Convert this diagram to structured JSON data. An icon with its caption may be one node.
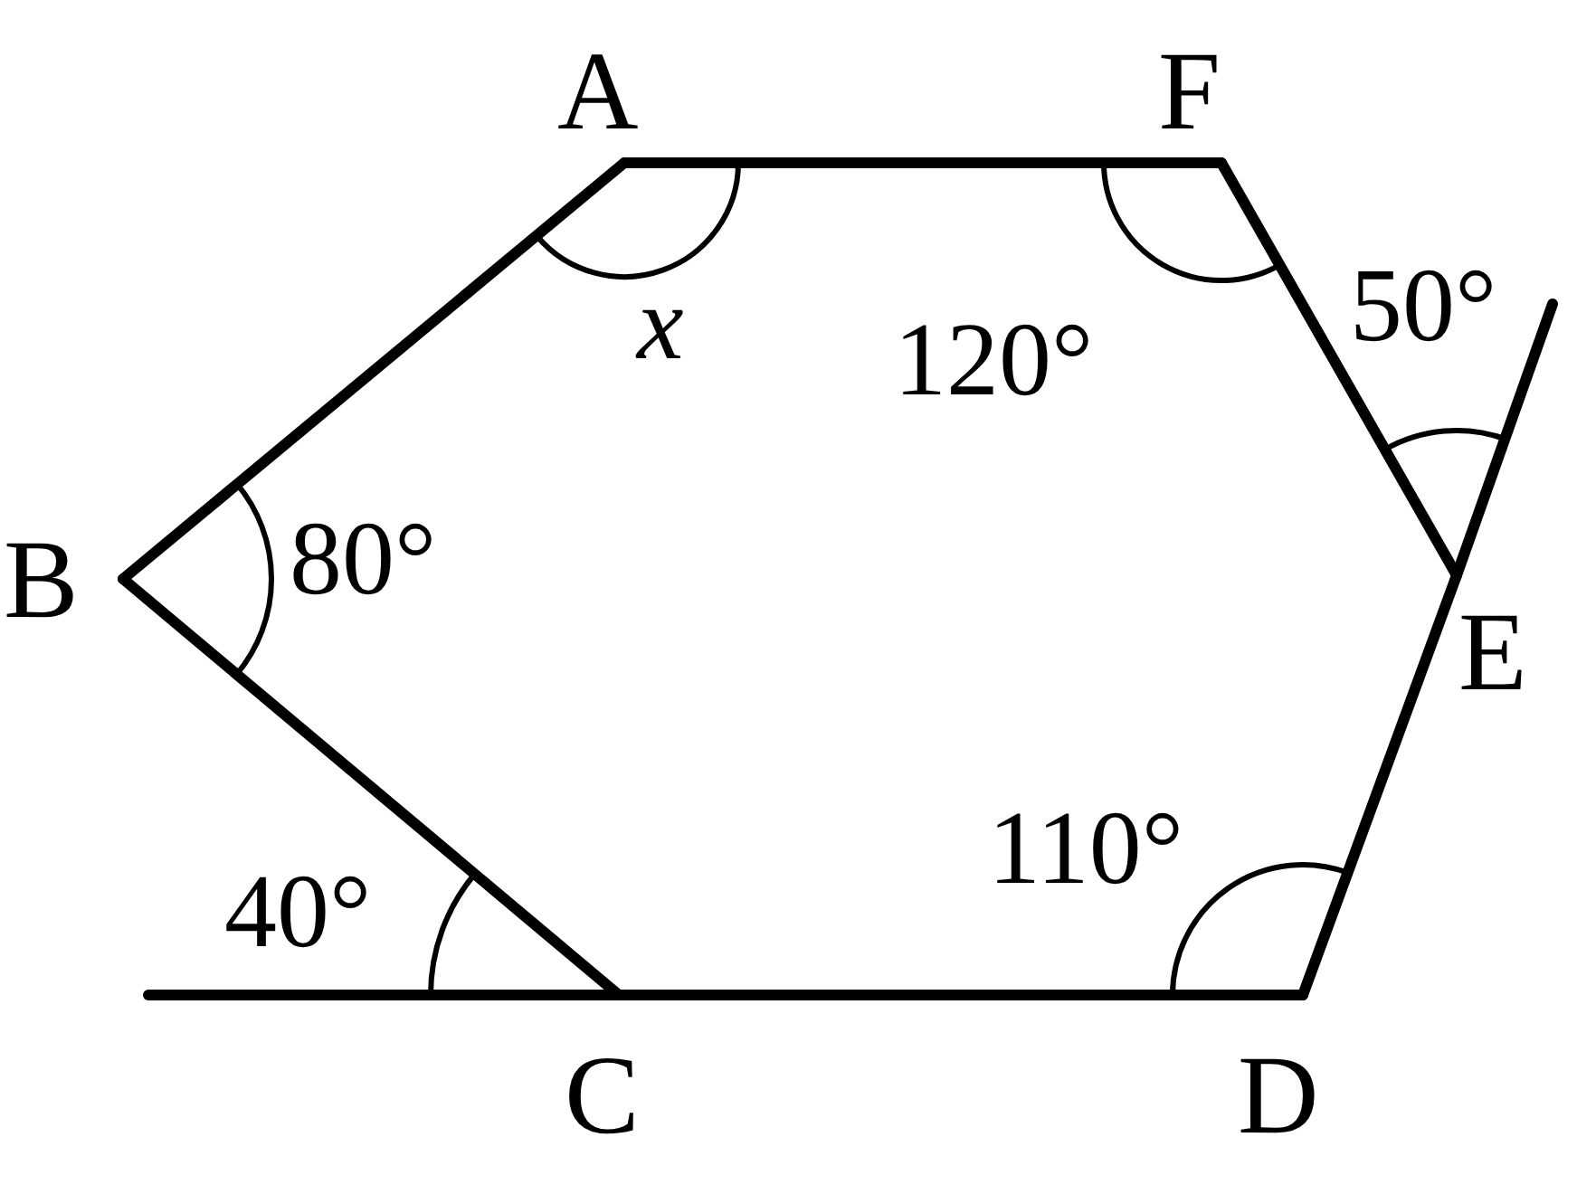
{
  "diagram": {
    "nodes": [
      {
        "text": [
          "A"
        ]
      },
      {
        "text": [
          "F"
        ]
      },
      {
        "text": [
          "B"
        ]
      },
      {
        "text": [
          "E"
        ]
      },
      {
        "text": [
          "C"
        ]
      },
      {
        "text": [
          "D"
        ]
      }
    ],
    "edges": [
      {
        "from": 0,
        "to": 1,
        "arrow": "none"
      },
      {
        "from": 1,
        "to": 3,
        "arrow": "none"
      },
      {
        "from": 3,
        "to": 5,
        "arrow": "none"
      },
      {
        "from": 5,
        "to": 4,
        "arrow": "none"
      },
      {
        "from": 4,
        "to": 2,
        "arrow": "none"
      },
      {
        "from": 2,
        "to": 0,
        "arrow": "none"
      },
      {
        "from": 4,
        "to": null,
        "arrow": "none"
      },
      {
        "from": 3,
        "to": null,
        "arrow": "none"
      }
    ],
    "labels": [
      "x",
      "120°",
      "50°",
      "80°",
      "110°",
      "40°"
    ]
  }
}
